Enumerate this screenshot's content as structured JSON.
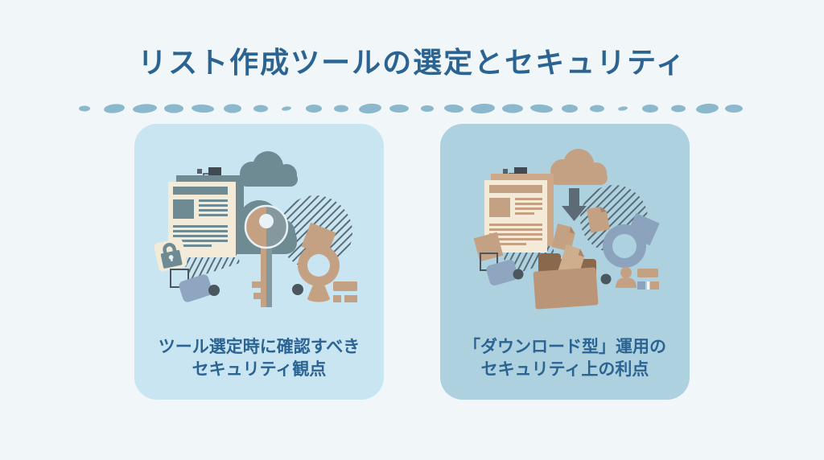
{
  "title": "リスト作成ツールの選定とセキュリティ",
  "cards": [
    {
      "id": "tool-selection-security",
      "caption": "ツール選定時に確認すべき\nセキュリティ観点",
      "icons": [
        "cloud-icon",
        "document-icon",
        "key-icon",
        "padlock-icon",
        "search-ring-icon",
        "tag-icon",
        "hatch-circle"
      ]
    },
    {
      "id": "download-type-benefits",
      "caption": "「ダウンロード型」運用の\nセキュリティ上の利点",
      "icons": [
        "cloud-icon",
        "download-arrow-icon",
        "document-icon",
        "file-icon",
        "folder-icon",
        "person-search-icon",
        "tag-icon",
        "hatch-circle"
      ]
    }
  ],
  "colors": {
    "page_background": "#f1f6f9",
    "title_text": "#2b6492",
    "caption_text": "#2b6492",
    "divider_dots": "#8cb8cd",
    "card_left_background": "#c9e5f2",
    "card_right_background": "#aed1e0",
    "slate": "#6e8b94",
    "slate_dark": "#5b6c77",
    "tan": "#c5a183",
    "cream": "#f4ead8",
    "dark_accent": "#4b565f",
    "blue_grey": "#8fa6c0",
    "brown": "#8a684c",
    "folder_front": "#bb9577"
  }
}
